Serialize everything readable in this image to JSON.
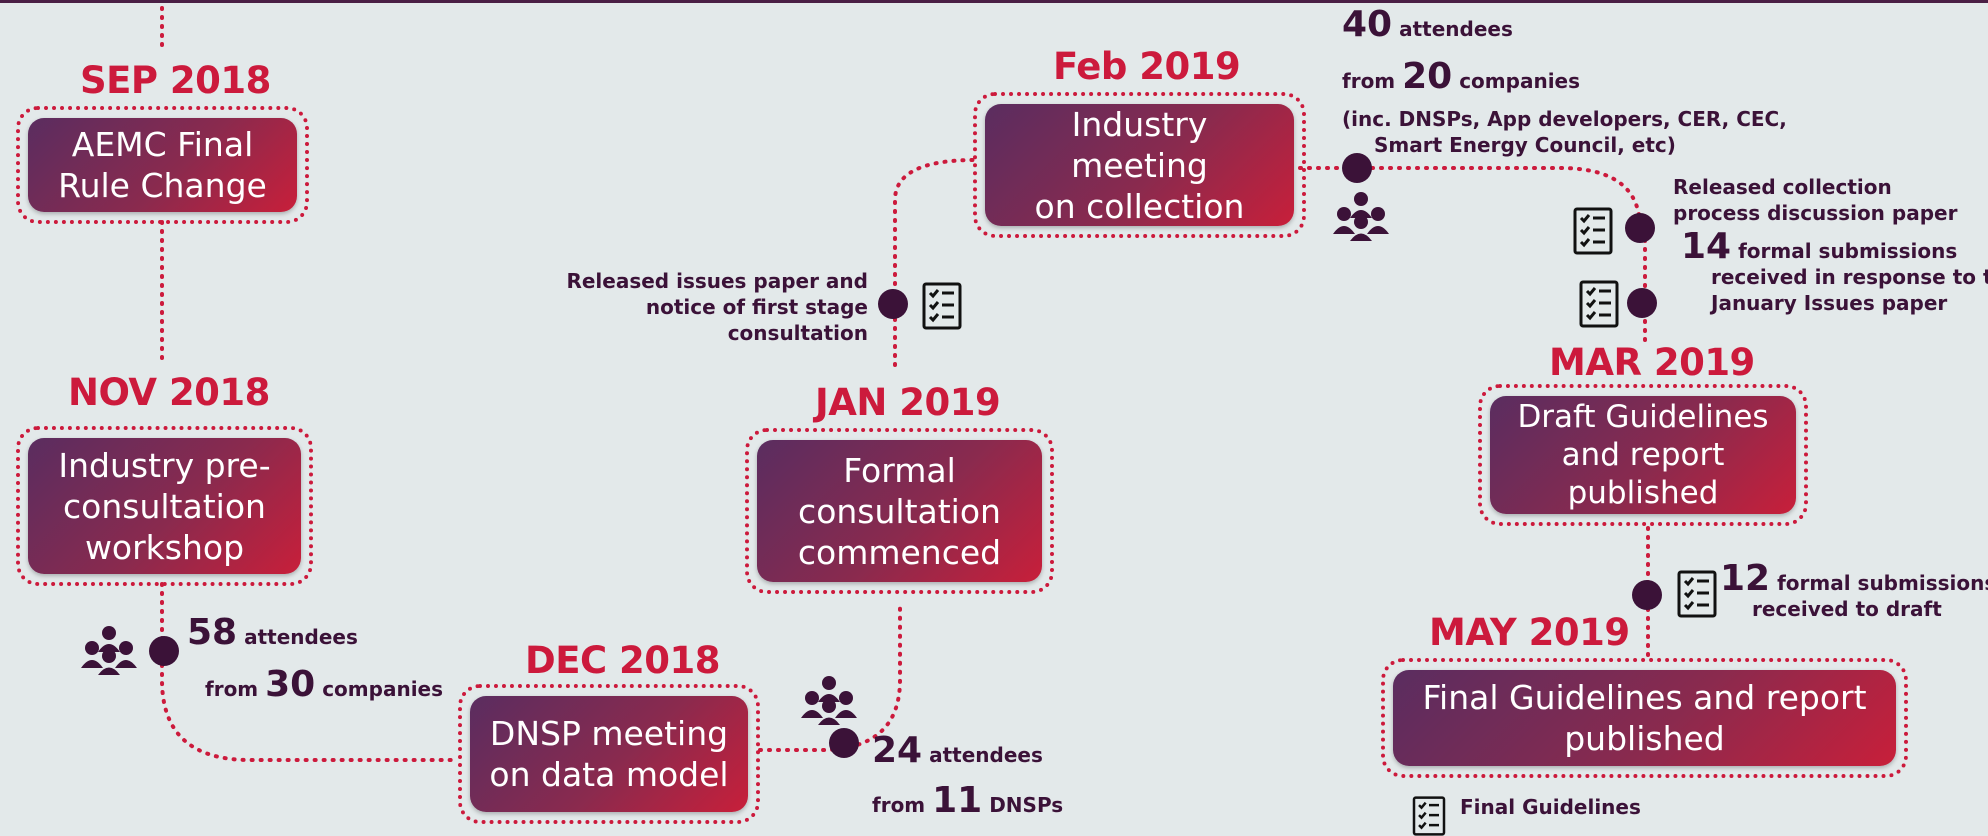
{
  "stages": {
    "sep2018": {
      "date": "SEP 2018",
      "title": "AEMC Final\nRule Change"
    },
    "nov2018": {
      "date": "NOV 2018",
      "title": "Industry pre-\nconsultation\nworkshop"
    },
    "dec2018": {
      "date": "DEC 2018",
      "title": "DNSP meeting\non data model"
    },
    "jan2019": {
      "date": "JAN 2019",
      "title": "Formal\nconsultation\ncommenced"
    },
    "feb2019": {
      "date": "Feb 2019",
      "title": "Industry meeting\non collection"
    },
    "mar2019": {
      "date": "MAR 2019",
      "title": "Draft Guidelines\nand report\npublished"
    },
    "may2019": {
      "date": "MAY 2019",
      "title": "Final Guidelines and report\npublished"
    }
  },
  "notes": {
    "nov_attendees": {
      "num": "58",
      "label": "attendees"
    },
    "nov_companies": {
      "prefix": "from",
      "num": "30",
      "label": "companies"
    },
    "dec_attendees": {
      "num": "24",
      "label": "attendees"
    },
    "dec_dnsps": {
      "prefix": "from",
      "num": "11",
      "label": "DNSPs"
    },
    "issues_paper": {
      "line1": "Released issues paper and",
      "line2": "notice of first stage",
      "line3": "consultation"
    },
    "feb_attendees": {
      "num": "40",
      "label": "attendees"
    },
    "feb_companies": {
      "prefix": "from",
      "num": "20",
      "label": "companies"
    },
    "feb_inc": {
      "line1": "(inc. DNSPs, App developers, CER, CEC,",
      "line2": "Smart Energy Council, etc)"
    },
    "collection_paper": {
      "line1": "Released collection",
      "line2": "process discussion paper"
    },
    "jan_submissions": {
      "num": "14",
      "line1": "formal submissions",
      "line2": "received in response to the",
      "line3": "January Issues paper"
    },
    "draft_submissions": {
      "num": "12",
      "line1": "formal submissions",
      "line2": "received to draft"
    },
    "final_guidelines": {
      "label": "Final Guidelines"
    }
  },
  "icons": [
    "people-icon",
    "checklist-icon"
  ],
  "colors": {
    "accent": "#cc1a3c",
    "dark": "#3b1238",
    "background": "#e3e9ea"
  }
}
